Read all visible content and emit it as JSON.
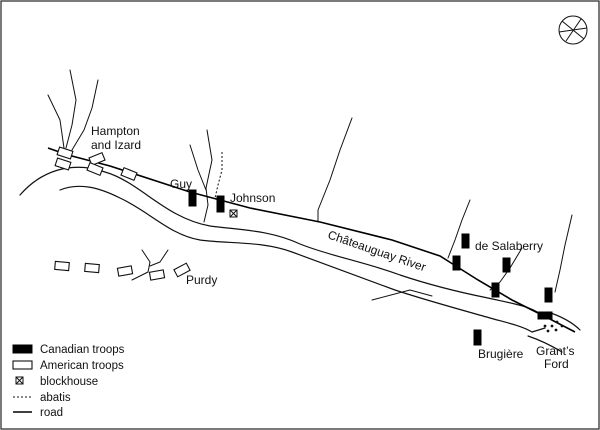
{
  "labels": {
    "hampton_izard_line1": "Hampton",
    "hampton_izard_line2": "and Izard",
    "guy": "Guy",
    "johnson": "Johnson",
    "river": "Châteauguay River",
    "de_salaberry": "de Salaberry",
    "purdy": "Purdy",
    "brugiere": "Brugière",
    "grants_ford_line1": "Grant’s",
    "grants_ford_line2": "Ford"
  },
  "legend": {
    "canadian_troops": "Canadian troops",
    "american_troops": "American troops",
    "blockhouse": "blockhouse",
    "abatis": "abatis",
    "road": "road"
  },
  "colors": {
    "canadian_troops": "#000000",
    "american_troops": "#ffffff",
    "ink": "#111111"
  },
  "icons": {
    "compass": "compass-rose-icon"
  }
}
